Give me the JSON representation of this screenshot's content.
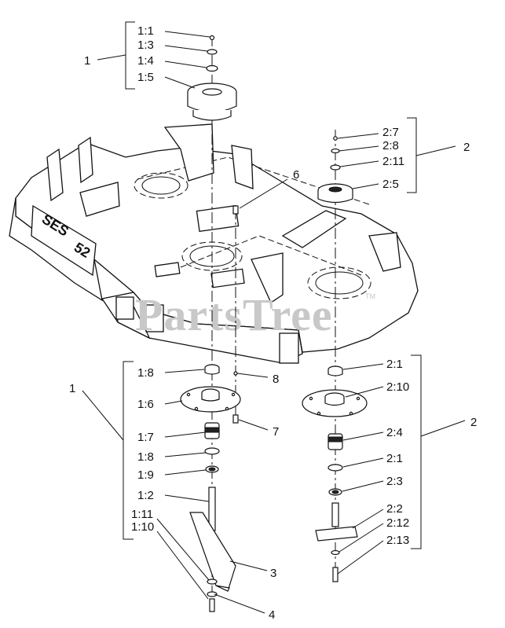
{
  "watermark": {
    "text": "PartsTree",
    "tm": "TM"
  },
  "callouts": {
    "group1_top": "1",
    "group2_top": "2",
    "group1_bottom": "1",
    "group2_bottom": "2",
    "p3": "3",
    "p4": "4",
    "p6": "6",
    "p7": "7",
    "p8": "8"
  },
  "labels_top_left": [
    "1:1",
    "1:3",
    "1:4",
    "1:5"
  ],
  "labels_top_right": [
    "2:7",
    "2:8",
    "2:11",
    "2:5"
  ],
  "labels_bottom_left": [
    "1:8",
    "1:6",
    "1:7",
    "1:8",
    "1:9",
    "1:2",
    "1:11",
    "1:10"
  ],
  "labels_bottom_right": [
    "2:1",
    "2:10",
    "2:4",
    "2:1",
    "2:3",
    "2:2",
    "2:12",
    "2:13"
  ],
  "deck_text": {
    "model": "SES",
    "size": "52"
  }
}
